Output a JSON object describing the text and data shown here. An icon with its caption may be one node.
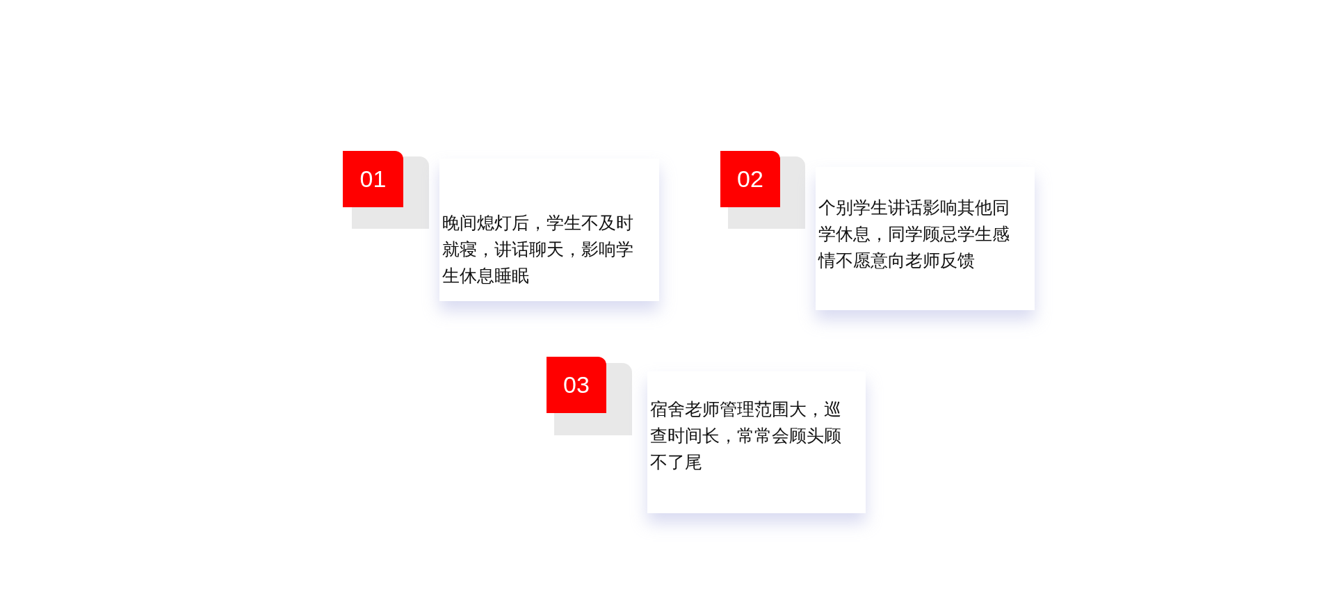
{
  "diagram": {
    "nodes": [
      {
        "text": [
          "01"
        ]
      },
      {
        "text": [
          "晚间熄灯后，学生不及时就寝，讲话聊天，影响学生休息睡眠"
        ]
      },
      {
        "text": [
          "02"
        ]
      },
      {
        "text": [
          "个别学生讲话影响其他同学休息，同学顾忌学生感情不愿意向老师反馈"
        ]
      },
      {
        "text": [
          "03"
        ]
      },
      {
        "text": [
          "宿舍老师管理范围大，巡查时间长，常常会顾头顾不了尾"
        ]
      }
    ]
  }
}
